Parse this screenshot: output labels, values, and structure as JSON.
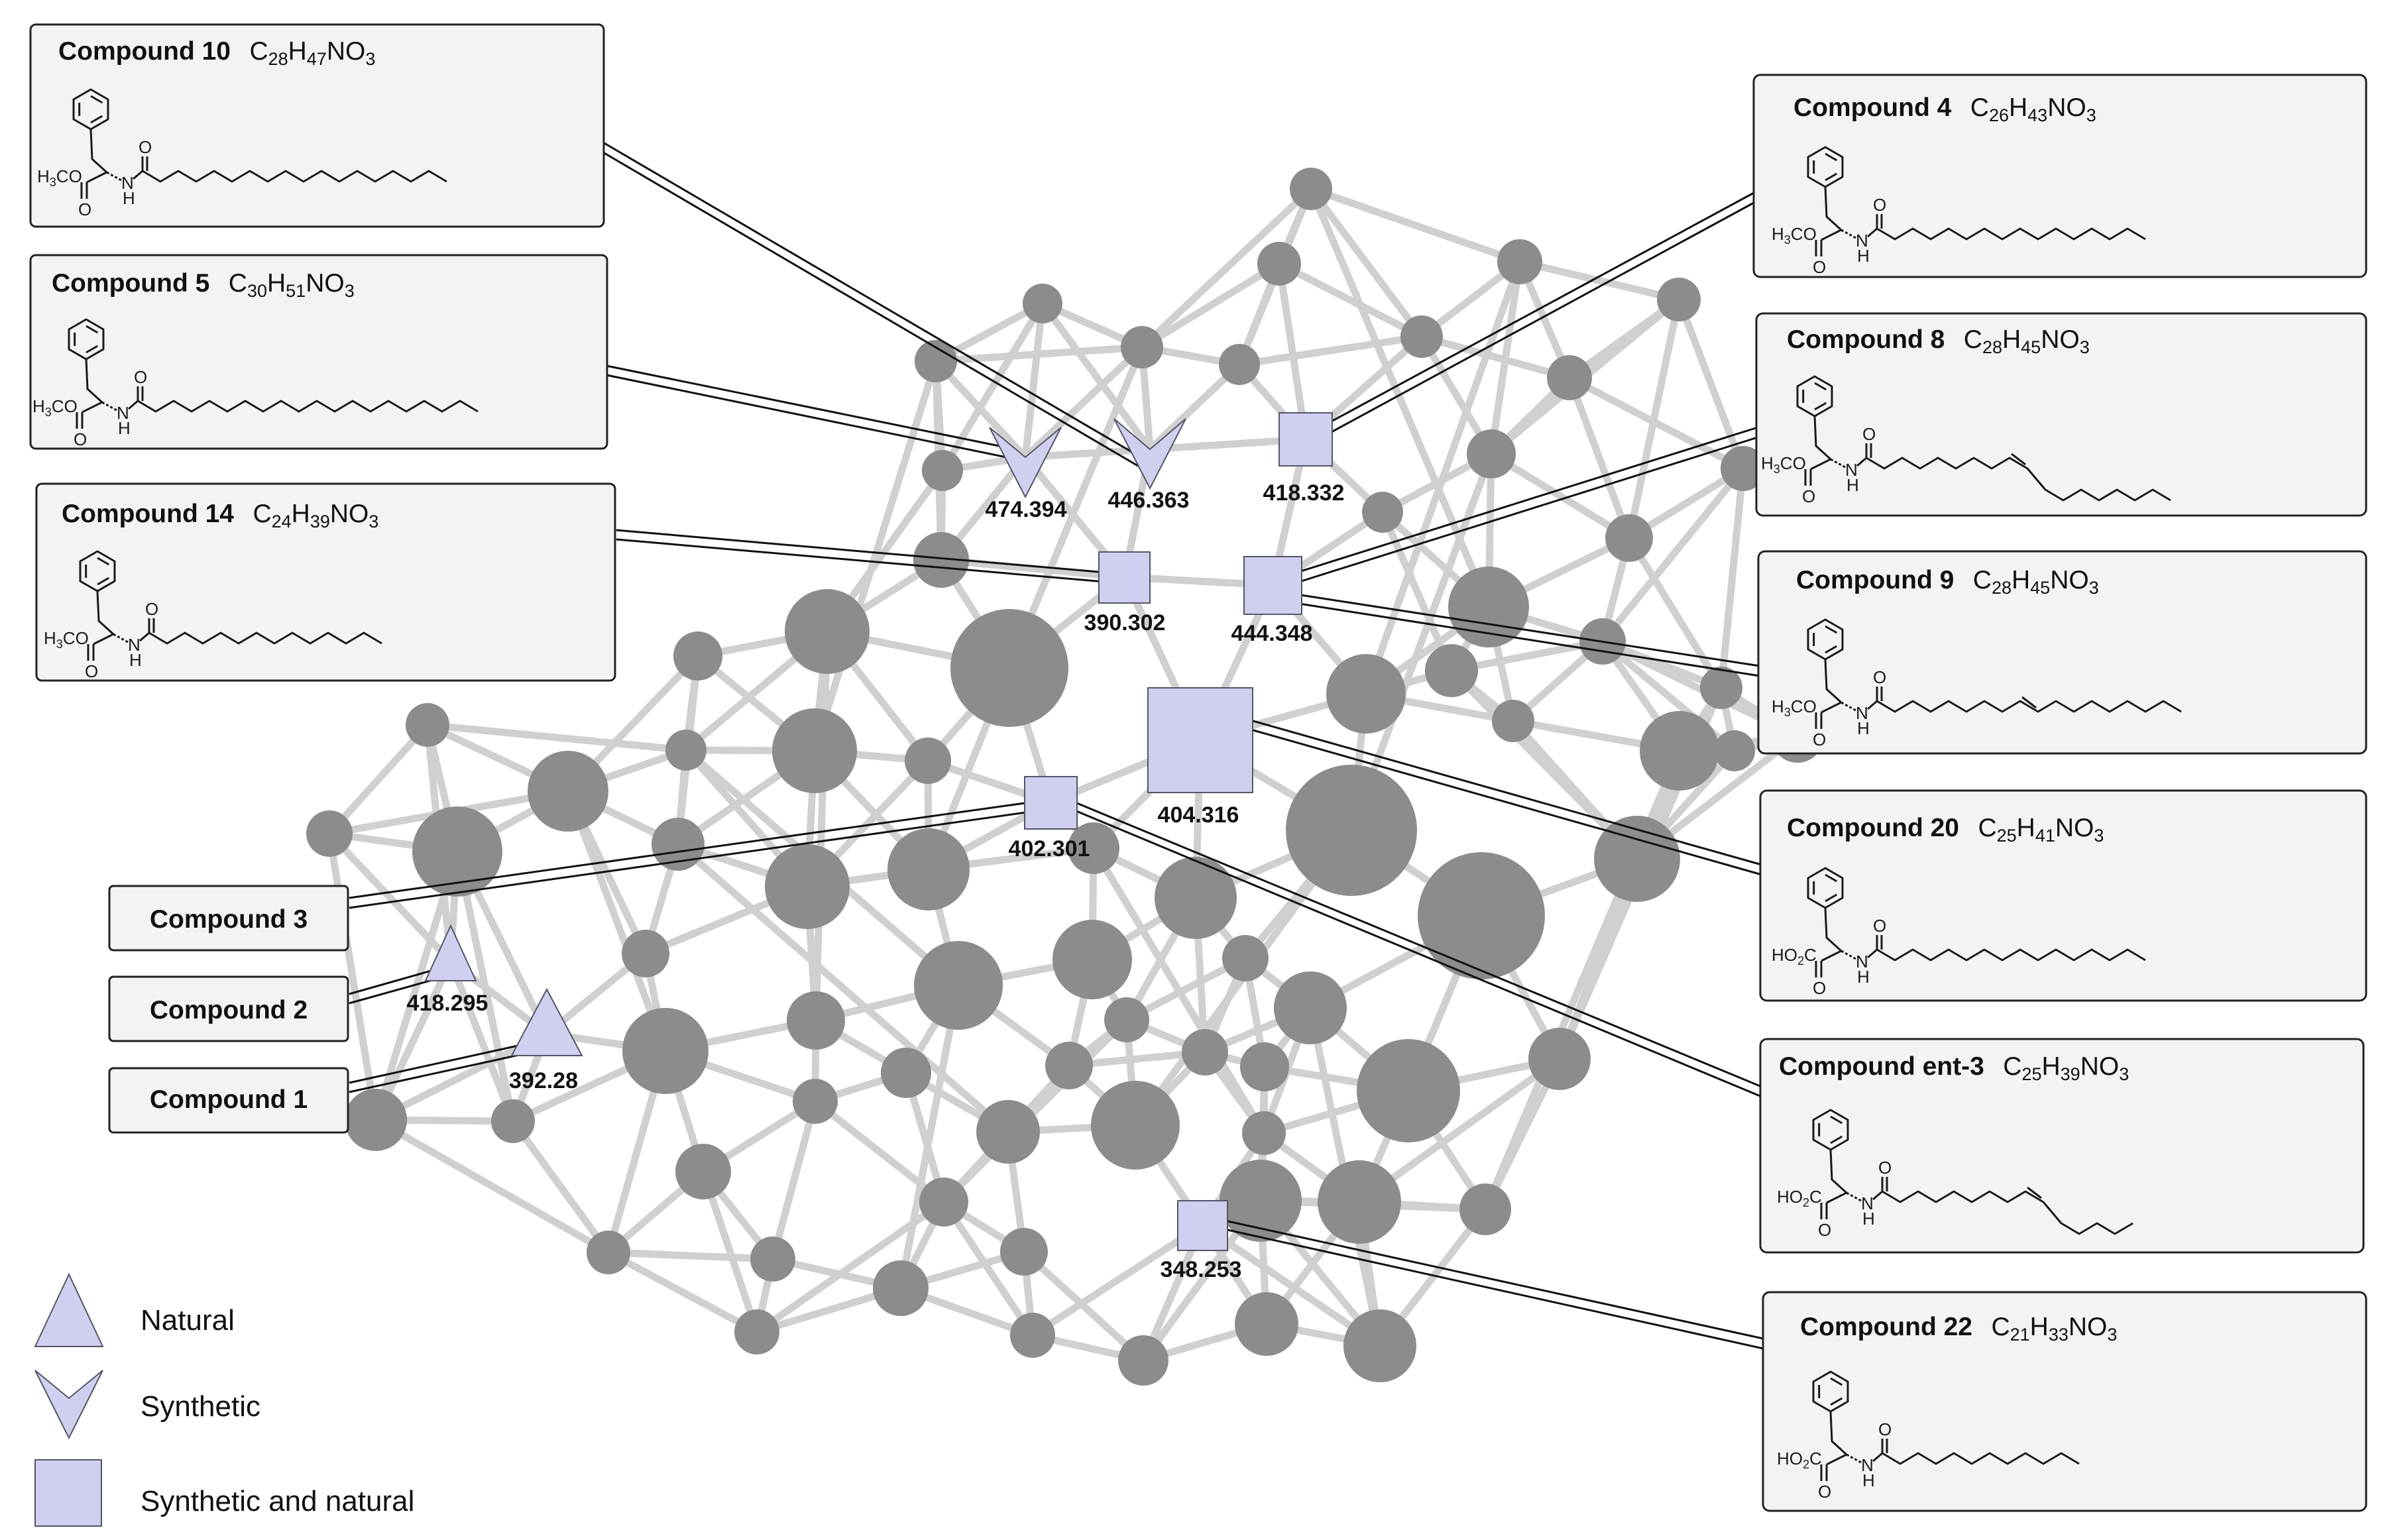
{
  "labels": {
    "natural_418": "418.295",
    "natural_392": "392.28",
    "synthetic_474": "474.394",
    "synthetic_446": "446.363",
    "mixed_418": "418.332",
    "mixed_390": "390.302",
    "mixed_444": "444.348",
    "mixed_404": "404.316",
    "mixed_402": "402.301",
    "mixed_348": "348.253"
  },
  "compounds": {
    "c10": {
      "name": "Compound 10",
      "formula": {
        "a": "C",
        "an": "28",
        "b": "H",
        "bn": "47",
        "c": "NO",
        "cn": "3"
      }
    },
    "c5": {
      "name": "Compound 5",
      "formula": {
        "a": "C",
        "an": "30",
        "b": "H",
        "bn": "51",
        "c": "NO",
        "cn": "3"
      }
    },
    "c14": {
      "name": "Compound 14",
      "formula": {
        "a": "C",
        "an": "24",
        "b": "H",
        "bn": "39",
        "c": "NO",
        "cn": "3"
      }
    },
    "c4": {
      "name": "Compound 4",
      "formula": {
        "a": "C",
        "an": "26",
        "b": "H",
        "bn": "43",
        "c": "NO",
        "cn": "3"
      }
    },
    "c8": {
      "name": "Compound 8",
      "formula": {
        "a": "C",
        "an": "28",
        "b": "H",
        "bn": "45",
        "c": "NO",
        "cn": "3"
      }
    },
    "c9": {
      "name": "Compound 9",
      "formula": {
        "a": "C",
        "an": "28",
        "b": "H",
        "bn": "45",
        "c": "NO",
        "cn": "3"
      }
    },
    "c20": {
      "name": "Compound 20",
      "formula": {
        "a": "C",
        "an": "25",
        "b": "H",
        "bn": "41",
        "c": "NO",
        "cn": "3"
      }
    },
    "cent3": {
      "name": "Compound ent-3",
      "formula": {
        "a": "C",
        "an": "25",
        "b": "H",
        "bn": "39",
        "c": "NO",
        "cn": "3"
      }
    },
    "c22": {
      "name": "Compound 22",
      "formula": {
        "a": "C",
        "an": "21",
        "b": "H",
        "bn": "33",
        "c": "NO",
        "cn": "3"
      }
    },
    "c3": {
      "name": "Compound 3"
    },
    "c2": {
      "name": "Compound 2"
    },
    "c1": {
      "name": "Compound 1"
    }
  },
  "chem": {
    "ester_pre": "H",
    "ester_sub": "3",
    "ester_post": "CO",
    "acid_pre": "HO",
    "acid_sub": "2",
    "acid_post": "C",
    "n": "N",
    "h": "H",
    "o": "O"
  },
  "legend": {
    "natural": "Natural",
    "synthetic": "Synthetic",
    "both": "Synthetic and natural"
  },
  "colors": {
    "highlight": "#cfcfef",
    "node": "#8c8c8c",
    "edge": "#d0d0d0",
    "panel": "#f2f4f4"
  }
}
